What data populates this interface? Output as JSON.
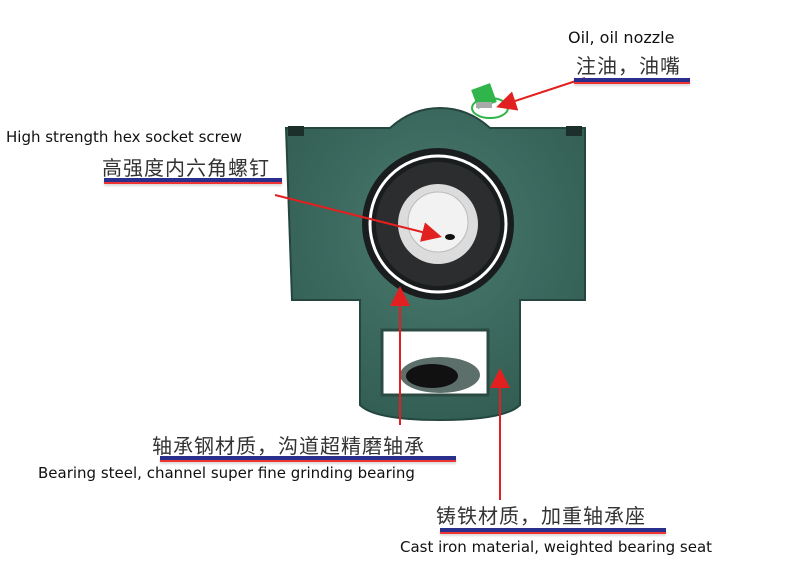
{
  "image": {
    "subject": "pillow block bearing housing (take-up unit)",
    "housing_color": "#3d6a5f",
    "nozzle_color": "#2fb54a",
    "arrow_color": "#e32020",
    "underline_color_top": "#2a2e8c",
    "underline_color_bottom": "#e33333"
  },
  "labels": {
    "oil_nozzle": {
      "en": "Oil, oil nozzle",
      "zh": "注油，油嘴"
    },
    "hex_screw": {
      "en": "High strength hex socket screw",
      "zh": "高强度内六角螺钉"
    },
    "bearing_steel": {
      "zh": "轴承钢材质，沟道超精磨轴承",
      "en": "Bearing steel, channel super fine grinding bearing"
    },
    "cast_iron": {
      "zh": "铸铁材质，加重轴承座",
      "en": "Cast iron material, weighted bearing seat"
    }
  }
}
